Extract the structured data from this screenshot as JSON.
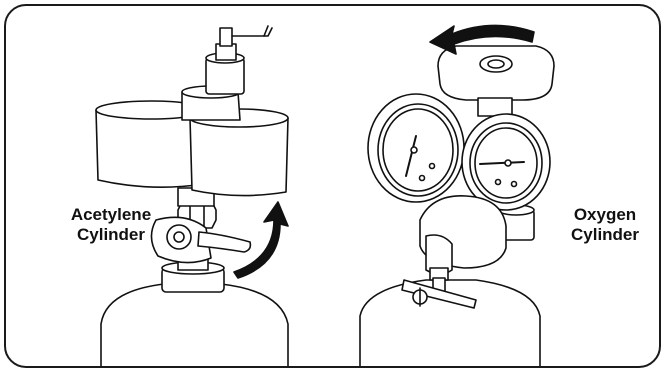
{
  "labels": {
    "acetylene_line1": "Acetylene",
    "acetylene_line2": "Cylinder",
    "oxygen_line1": "Oxygen",
    "oxygen_line2": "Cylinder"
  },
  "arrows": {
    "acetylene": "counterclockwise-curved-arrow",
    "oxygen": "counterclockwise-curved-arrow"
  },
  "colors": {
    "line": "#111111",
    "background": "#ffffff"
  }
}
